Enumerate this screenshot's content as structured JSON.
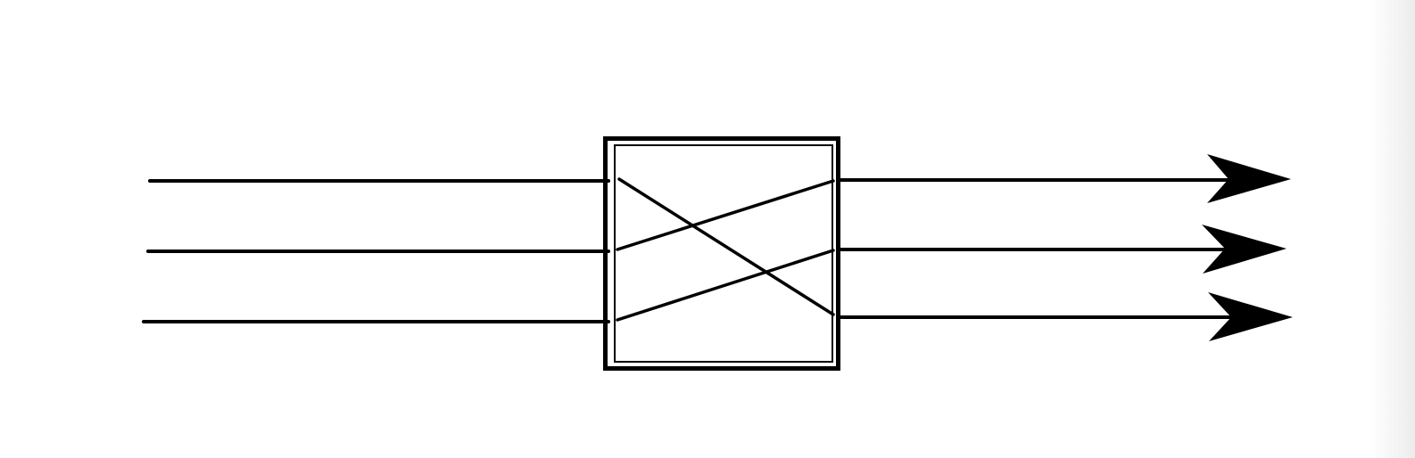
{
  "diagram": {
    "type": "line-permutation",
    "inputs": [
      {
        "id": "input-1",
        "routes_to": "output-3"
      },
      {
        "id": "input-2",
        "routes_to": "output-1"
      },
      {
        "id": "input-3",
        "routes_to": "output-2"
      }
    ],
    "outputs": [
      {
        "id": "output-1",
        "arrow": true
      },
      {
        "id": "output-2",
        "arrow": true
      },
      {
        "id": "output-3",
        "arrow": true
      }
    ],
    "colors": {
      "stroke": "#000000",
      "background": "#ffffff"
    }
  }
}
